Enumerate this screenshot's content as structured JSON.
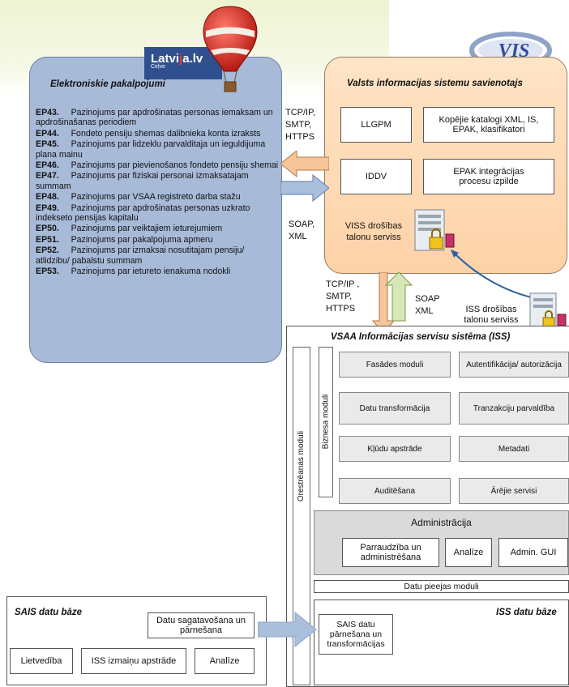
{
  "logos": {
    "latvija_main": "Latvi",
    "latvija_tail": "a.lv",
    "latvija_sub": "Ceļve",
    "vis": "VIS"
  },
  "blue_panel": {
    "title": "Elektroniskie pakalpojumi",
    "items": [
      {
        "code": "EP43.",
        "text": "Pazinojums par apdrošinatas personas iemaksam un apdrošinašanas periodiem"
      },
      {
        "code": "EP44.",
        "text": "Fondeto pensiju shemas dalibnieka konta izraksts"
      },
      {
        "code": "EP45.",
        "text": "Pazinojums par lidzeklu parvalditaja un ieguldijuma plana mainu"
      },
      {
        "code": "EP46.",
        "text": "Pazinojums par pievienošanos fondeto pensiju shemai"
      },
      {
        "code": "EP47.",
        "text": "Pazinojums par fiziskai personai izmaksatajam summam"
      },
      {
        "code": "EP48.",
        "text": "Pazinojums par VSAA registreto darba stažu"
      },
      {
        "code": "EP49.",
        "text": "Pazinojums par apdrošinatas personas uzkrato indekseto pensijas kapitalu"
      },
      {
        "code": "EP50.",
        "text": "Pazinojums par veiktajiem ieturejumiem"
      },
      {
        "code": "EP51.",
        "text": "Pazinojums par pakalpojuma apmeru"
      },
      {
        "code": "EP52.",
        "text": "Pazinojums par izmaksai nosutitajam pensiju/ atlidzibu/ pabalstu summam"
      },
      {
        "code": "EP53.",
        "text": "Pazinojums par ietureto ienakuma nodokli"
      }
    ]
  },
  "orange_panel": {
    "title": "Valsts informacijas sistemu savienotajs",
    "boxes": {
      "llgpm": "LLGPM",
      "katalogi": "Kopējie katalogi XML, IS, EPAK, klasifikatori",
      "iddv": "IDDV",
      "epak": "EPAK integrācijas procesu izpilde"
    },
    "viss_label": "VISS drošības talonu serviss"
  },
  "protocols": {
    "top": "TCP/IP, SMTP, HTTPS",
    "soap_xml_left": "SOAP, XML",
    "middle": "TCP/IP , SMTP, HTTPS",
    "soap_xml_right": "SOAP XML"
  },
  "iss_token_label": "ISS drošības talonu serviss",
  "iss": {
    "title": "VSAA Informācijas servisu sistēma (ISS)",
    "orchestration": "Orestrēanas moduli",
    "business": "Biznesa moduli",
    "modules": {
      "fasades": "Fasādes moduli",
      "autentifikacija": "Autentifikācija/ autorizācija",
      "datu_transformacija": "Datu transformācija",
      "tranzakciju": "Tranzakciju parvaldība",
      "kludu": "Kļūdu apstrāde",
      "metadati": "Metadati",
      "auditesana": "Auditēšana",
      "arejie": "Ārējie servisi"
    },
    "administracija": {
      "title": "Administrācija",
      "parraudziba": "Parraudzība un administrēšana",
      "analize": "Analīze",
      "gui": "Admin. GUI"
    },
    "datu_piekluves": "Datu pieejas moduli",
    "db": {
      "title": "ISS datu bāze",
      "sais_transfer": "SAIS datu pārnešana un transformācijas"
    }
  },
  "sais": {
    "title": "SAIS datu bāze",
    "sagatavosana": "Datu sagatavošana un pārnešana",
    "lietvediba": "Lietvedība",
    "iss_izmainu": "ISS izmaiņu apstrāde",
    "analize": "Analīze"
  },
  "colors": {
    "blue_panel": "#a7bad8",
    "orange_panel": "#fdd2a8",
    "arrow_orange": "#f7c59a",
    "arrow_blue": "#a9bfdc",
    "arrow_green": "#d7e8b6",
    "connector": "#2c5fa8"
  }
}
